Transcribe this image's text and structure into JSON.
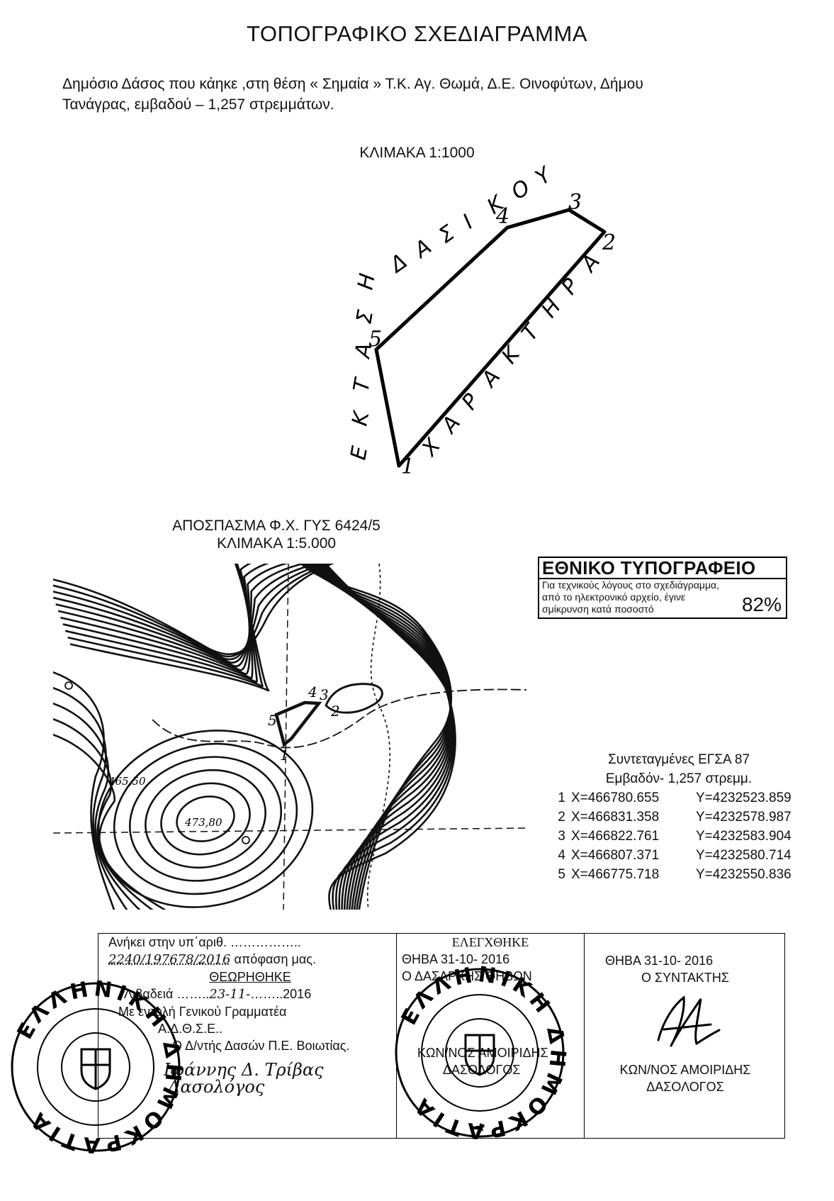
{
  "header": {
    "title": "ΤΟΠΟΓΡΑΦΙΚΟ ΣΧΕΔΙΑΓΡΑΜΜΑ",
    "description_line1": "Δημόσιο Δάσος  που κάηκε ,στη θέση « Σημαία » Τ.Κ. Αγ. Θωμά, Δ.Ε. Οινοφύτων, Δήμου",
    "description_line2": "Τανάγρας, εμβαδού – 1,257 στρεμμάτων.",
    "scale": "ΚΛΙΜΑΚΑ 1:1000"
  },
  "sketch": {
    "vertex_labels": [
      "1",
      "2",
      "3",
      "4",
      "5"
    ],
    "left_text": "ΕΚΤΑΣΗ",
    "top_text": "ΔΑΣΙΚΟΥ",
    "right_text": "ΧΑΡΑΚΤΗΡΑ"
  },
  "map": {
    "title": "ΑΠΟΣΠΑΣΜΑ Φ.Χ. ΓΥΣ 6424/5",
    "scale": "ΚΛΙΜΑΚΑ 1:5.000",
    "elevation_1": "465,50",
    "elevation_2": "473,80",
    "vertex_labels": [
      "1",
      "2",
      "3",
      "4",
      "5"
    ]
  },
  "notice": {
    "heading": "ΕΘΝΙΚΟ ΤΥΠΟΓΡΑΦΕΙΟ",
    "line1": "Για τεχνικούς λόγους στο σχεδιάγραμμα,",
    "line2": "από το ηλεκτρονικό αρχείο, έγινε",
    "line3": "σμίκρυνση κατά ποσοστό",
    "percent": "82%"
  },
  "coordinates": {
    "system": "Συντεταγμένες ΕΓΣΑ 87",
    "area": "Εμβαδόν-   1,257 στρεμμ.",
    "points": [
      {
        "n": "1",
        "x": "X=466780.655",
        "y": "Y=4232523.859"
      },
      {
        "n": "2",
        "x": "X=466831.358",
        "y": "Y=4232578.987"
      },
      {
        "n": "3",
        "x": "X=466822.761",
        "y": "Y=4232583.904"
      },
      {
        "n": "4",
        "x": "X=466807.371",
        "y": "Y=4232580.714"
      },
      {
        "n": "5",
        "x": "X=466775.718",
        "y": "Y=4232550.836"
      }
    ]
  },
  "signatures": {
    "left": {
      "line1": "Ανήκει στην υπ΄αριθ. ……………..",
      "ref_number": "2240/197678/2016",
      "line2_suffix": "απόφαση μας.",
      "seen": "ΘΕΩΡΗΘΗΚΕ",
      "place": "Λιβαδειά",
      "date_hand": "23-11",
      "year": "2016",
      "order": "Με εντολή Γενικού Γραμματέα",
      "org": "Α.Δ.Θ.Σ.Ε..",
      "director": "Ο Δ/ντής Δασών Π.Ε. Βοιωτίας.",
      "sign_name": "Ιωάννης Δ. Τρίβας",
      "sign_title": "Δασολόγος",
      "stamp_text": "ΕΛΛΗΝΙΚΗ ΔΗΜΟΚΡΑΤΙΑ"
    },
    "middle": {
      "checked": "ΕΛΕΓΧΘΗΚΕ",
      "date": "ΘΗΒΑ 31-10- 2016",
      "office": "Ο ΔΑΣΑΡΧΗΣ ΘΗΒΩΝ",
      "name": "ΚΩΝ/ΝΟΣ ΑΜΟΙΡΙΔΗΣ",
      "title": "ΔΑΣΟΛΟΓΟΣ",
      "stamp_text": "ΕΛΛΗΝΙΚΗ ΔΗΜΟΚΡΑΤΙΑ"
    },
    "right": {
      "date": "ΘΗΒΑ 31-10- 2016",
      "role": "Ο ΣΥΝΤΑΚΤΗΣ",
      "name": "ΚΩΝ/ΝΟΣ ΑΜΟΙΡΙΔΗΣ",
      "title": "ΔΑΣΟΛΟΓΟΣ"
    }
  }
}
